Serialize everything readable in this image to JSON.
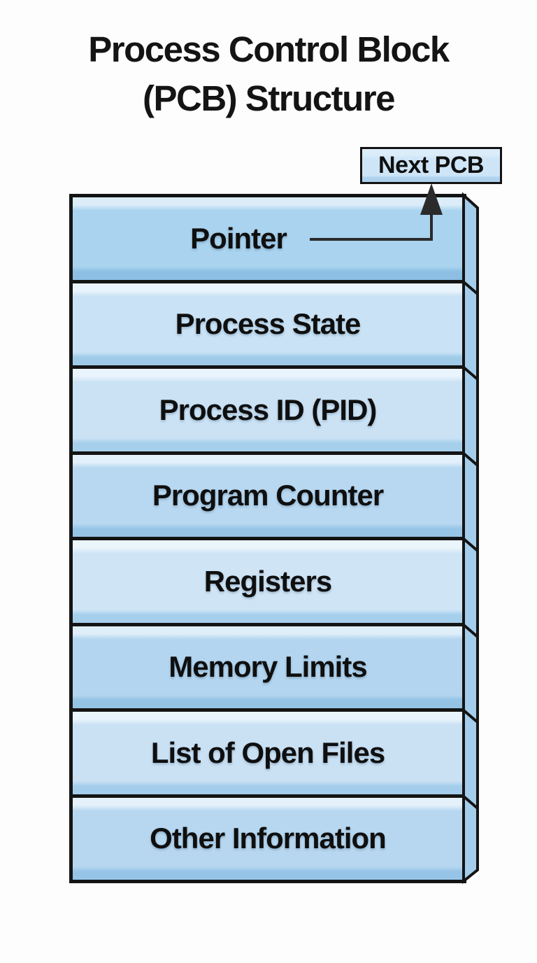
{
  "title": {
    "line1": "Process Control Block",
    "line2": "(PCB) Structure"
  },
  "next_pcb": {
    "label": "Next PCB"
  },
  "stack": {
    "rows": [
      {
        "id": "pointer",
        "label": "Pointer",
        "fill": "#a9d3ef",
        "top_shade": "#dcedf9",
        "bottom_shade": "#8cbfe3"
      },
      {
        "id": "process-state",
        "label": "Process State",
        "fill": "#c9e2f5",
        "top_shade": "#e9f4fc",
        "bottom_shade": "#9fcbe9"
      },
      {
        "id": "process-id",
        "label": "Process ID (PID)",
        "fill": "#cbe2f5",
        "top_shade": "#eaf4fc",
        "bottom_shade": "#a6cfec"
      },
      {
        "id": "program-counter",
        "label": "Program Counter",
        "fill": "#b8d8f1",
        "top_shade": "#e2f0fa",
        "bottom_shade": "#97c5e7"
      },
      {
        "id": "registers",
        "label": "Registers",
        "fill": "#cfe5f6",
        "top_shade": "#ebf5fc",
        "bottom_shade": "#a6cfec"
      },
      {
        "id": "memory-limits",
        "label": "Memory Limits",
        "fill": "#b3d5ef",
        "top_shade": "#dfeef9",
        "bottom_shade": "#94c3e6"
      },
      {
        "id": "open-files",
        "label": "List of Open Files",
        "fill": "#cae1f4",
        "top_shade": "#e9f4fc",
        "bottom_shade": "#a3cdeb"
      },
      {
        "id": "other-info",
        "label": "Other Information",
        "fill": "#b7d7f0",
        "top_shade": "#e4f1fa",
        "bottom_shade": "#96c4e7"
      }
    ]
  },
  "colors": {
    "background": "#fdfdfd",
    "outline": "#141414",
    "text": "#0f0f0f",
    "arrow": "#2b2b2b",
    "side_panel": "#a4cdeb",
    "next_pcb_top": "#dcedfa",
    "next_pcb_fill": "#cde5f7",
    "next_pcb_bottom": "#aed2ee"
  }
}
